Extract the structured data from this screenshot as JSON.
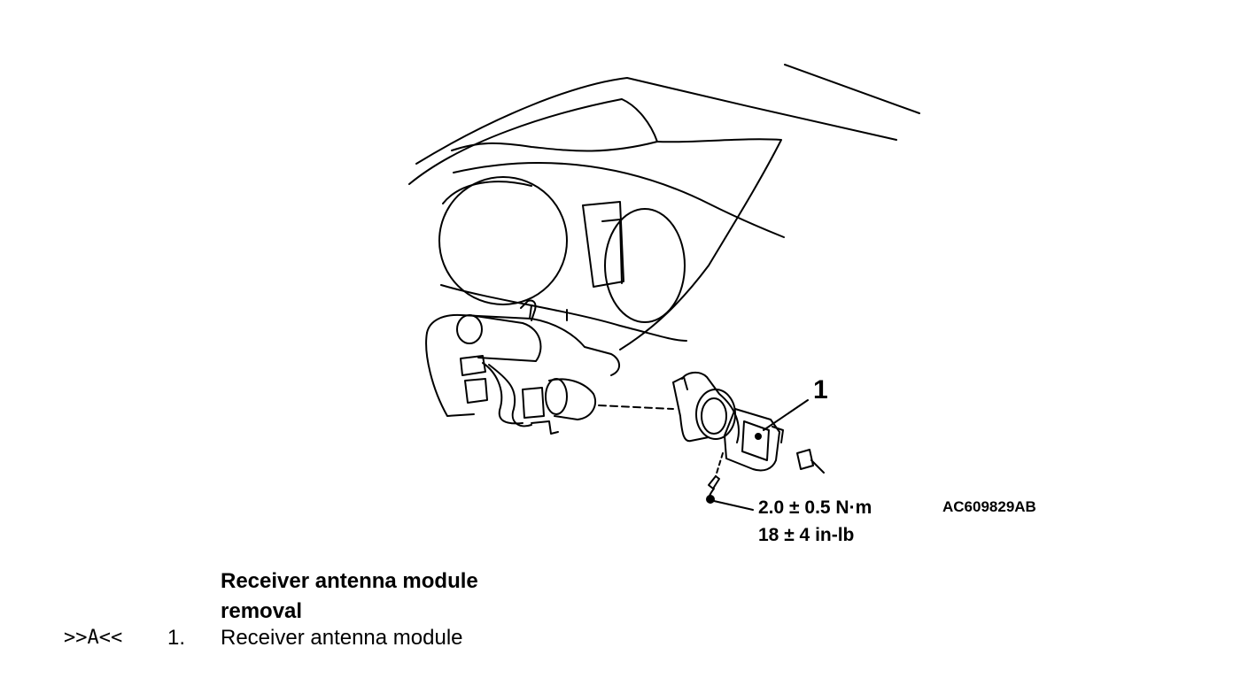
{
  "figure": {
    "callout_number": "1",
    "torque_metric": "2.0 ± 0.5 N·m",
    "torque_imperial": "18 ± 4 in-lb",
    "figure_id": "AC609829AB"
  },
  "procedure": {
    "title_line1": "Receiver antenna module",
    "title_line2": "removal",
    "steps": [
      {
        "ref": ">>A<<",
        "number": "1.",
        "text": "Receiver antenna module"
      }
    ]
  }
}
